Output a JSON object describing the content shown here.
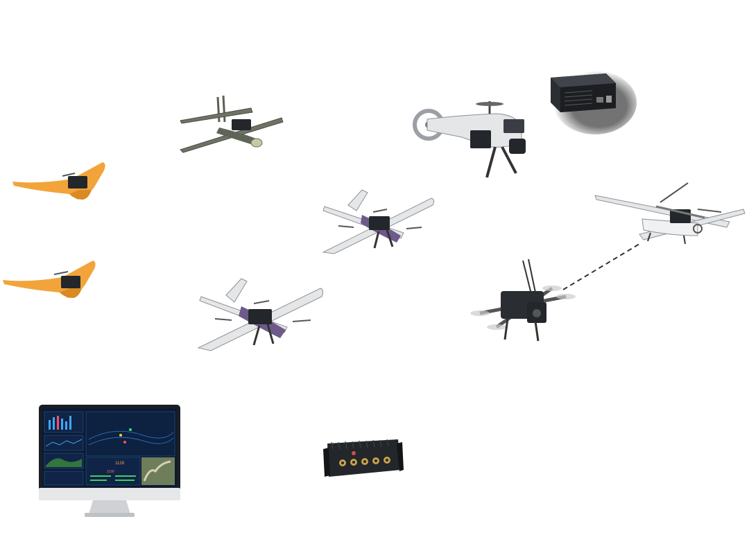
{
  "dashboard": {
    "counter_value": "1128",
    "secondary_value": "1190"
  },
  "colors": {
    "module_black": "#23262a",
    "flying_wing_orange": "#f2a43a",
    "airframe_grey": "#e4e6e8",
    "vtol_belly_purple": "#6d5a88",
    "monitor_screen": "#0b1a33",
    "link_line": "#333333"
  },
  "nodes": [
    {
      "id": "flying-wing-1",
      "icon": "orange-flying-wing-icon"
    },
    {
      "id": "flying-wing-2",
      "icon": "orange-flying-wing-icon"
    },
    {
      "id": "loitering-munition",
      "icon": "tube-launched-drone-icon"
    },
    {
      "id": "coaxial-helicopter",
      "icon": "ducted-tail-helicopter-drone-icon"
    },
    {
      "id": "mini-computer",
      "icon": "edge-computer-box-icon"
    },
    {
      "id": "vtol-small",
      "icon": "vtol-fixed-wing-icon"
    },
    {
      "id": "vtol-large",
      "icon": "vtol-fixed-wing-icon"
    },
    {
      "id": "vtol-fuel",
      "icon": "large-vtol-fixed-wing-icon"
    },
    {
      "id": "quadcopter",
      "icon": "quadcopter-icon"
    },
    {
      "id": "ground-station",
      "icon": "monitor-dashboard-icon"
    },
    {
      "id": "radio-unit",
      "icon": "rugged-radio-unit-icon"
    }
  ],
  "links": [
    {
      "from": "quadcopter",
      "to": "vtol-fuel",
      "style": "dashed"
    }
  ]
}
